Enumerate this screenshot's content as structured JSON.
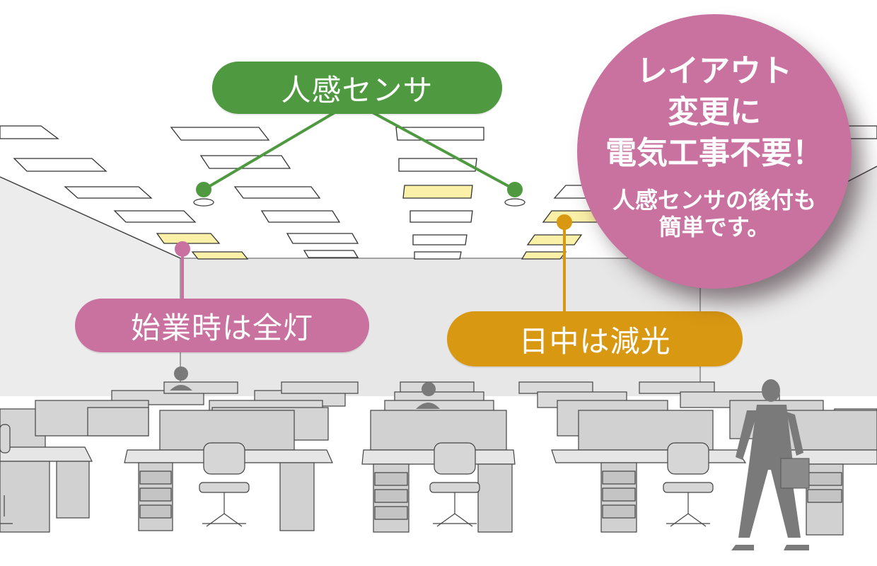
{
  "labels": {
    "sensor": "人感センサ",
    "full_on": "始業時は全灯",
    "dimming": "日中は減光"
  },
  "badge": {
    "headline_lines": [
      "レイアウト",
      "変更に",
      "電気工事不要！"
    ],
    "sub_lines": [
      "人感センサの後付も",
      "簡単です。"
    ]
  },
  "colors": {
    "sensor": "#4f9a40",
    "full_on": "#c9719f",
    "dimming": "#d99812",
    "badge": "#c9719f",
    "lit_panel": "#fbf0a8",
    "unlit_panel": "#ffffff",
    "furniture": "#d4d4d4",
    "person": "#7a7a7a"
  }
}
